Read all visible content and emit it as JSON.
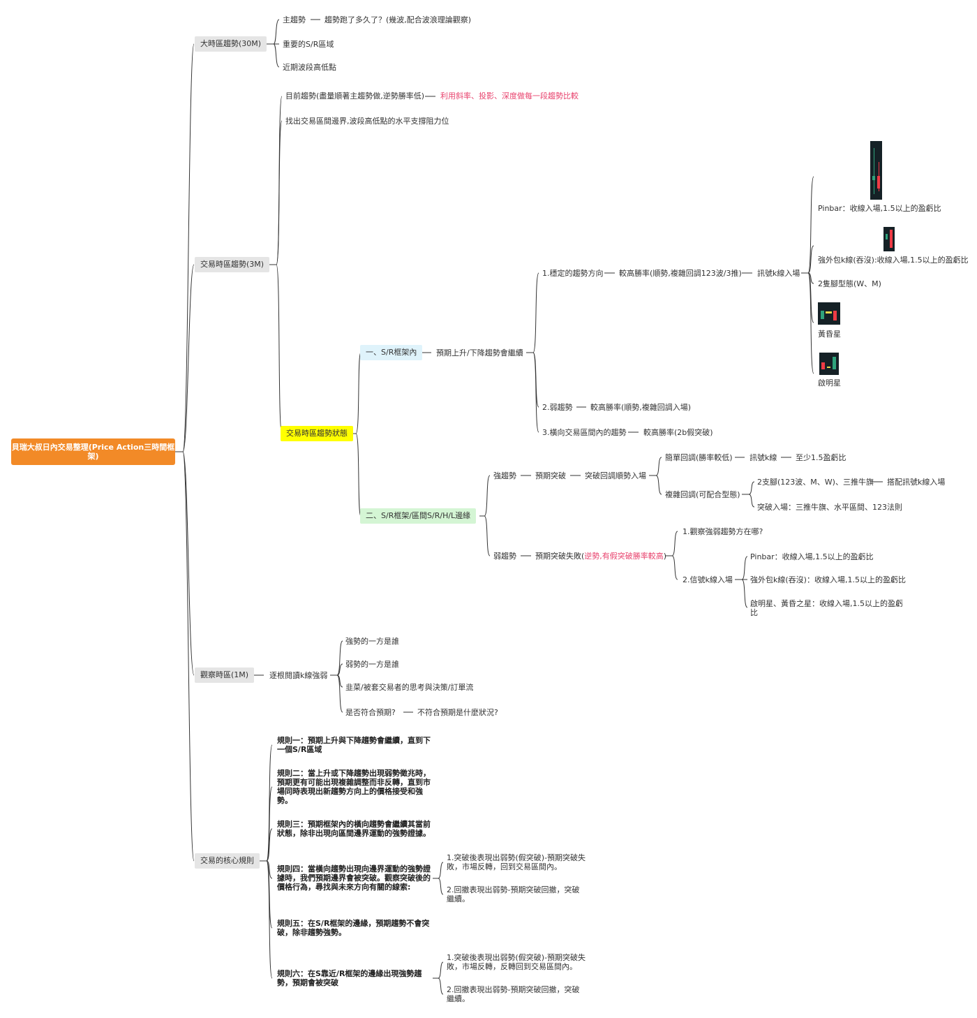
{
  "root": "貝瑞大叔日內交易整理(Price Action三時間框架)",
  "colors": {
    "root": "#f28a27",
    "branch": "#e5e5e5",
    "highlight_yellow": "#ffff00",
    "highlight_blue": "#dff3fb",
    "highlight_green": "#d4f5d4",
    "red_text": "#e8436e"
  },
  "big": {
    "label": "大時區趨勢(30M)",
    "main_trend": "主趨勢",
    "main_trend_note": "趨勢跑了多久了？(幾波,配合波浪理論觀察)",
    "sr": "重要的S/R區域",
    "swing": "近期波段高低點"
  },
  "trade": {
    "label": "交易時區趨勢(3M)",
    "current": "目前趨勢(盡量順著主趨勢做,逆勢勝率低)",
    "current_note": "利用斜率、投影、深度做每一段趨勢比較",
    "range": "找出交易區間邊界,波段高低點的水平支撐阻力位",
    "state": "交易時區趨勢狀態",
    "inner": {
      "label": "一、S/R框架內",
      "expect": "預期上升/下降趨勢會繼續",
      "stable": "1.穩定的趨勢方向",
      "stable_prob": "較高勝率(順勢,複雜回調123波/3推)",
      "signal": "訊號k線入場",
      "pinbar": "Pinbar：收線入場,1.5以上的盈虧比",
      "engulf": "強外包k線(吞沒):收線入場,1.5以上的盈虧比",
      "twoleg": "2隻腳型態(W、M)",
      "evening": "黃昏星",
      "morning": "啟明星",
      "weak": "2.弱趨勢",
      "weak_prob": "較高勝率(順勢,複雜回調入場)",
      "sideways": "3.橫向交易區間內的趨勢",
      "sideways_prob": "較高勝率(2b假突破)"
    },
    "edge": {
      "label": "二、S/R框架/區間S/R/H/L邊緣",
      "strong": "強趨勢",
      "strong_expect": "預期突破",
      "strong_entry": "突破回調順勢入場",
      "simple": "簡單回調(勝率較低)",
      "simple_signal": "訊號k線",
      "simple_rr": "至少1.5盈虧比",
      "complex": "複雜回調(可配合型態)",
      "twoleg": "2支腳(123波、M、W)、三推牛旗",
      "twoleg_entry": "搭配訊號k線入場",
      "breakout": "突破入場：三推牛旗、水平區間、123法則",
      "weak": "弱趨勢",
      "weak_expect_a": "預期突破失敗(",
      "weak_expect_b": "逆勢,有假突破勝率較高",
      "weak_expect_c": ")",
      "observe": "1.觀察強弱趨勢方在哪?",
      "signal": "2.信號k線入場",
      "pinbar": "Pinbar：收線入場,1.5以上的盈虧比",
      "engulf": "強外包k線(吞沒)：收線入場,1.5以上的盈虧比",
      "stars": "啟明星、黃昏之星：收線入場,1.5以上的盈虧比"
    }
  },
  "watch": {
    "label": "觀察時區(1M)",
    "read": "逐根閱讀k線強弱",
    "strong": "強勢的一方是誰",
    "weak": "弱勢的一方是誰",
    "leek": "韭菜/被套交易者的思考與決策/訂單流",
    "expect": "是否符合預期?",
    "unexpected": "不符合預期是什麼狀況?"
  },
  "rules": {
    "label": "交易的核心規則",
    "r1": "規則一：預期上升與下降趨勢會繼續，直到下一個S/R區域",
    "r2": "規則二：當上升或下降趨勢出現弱勢徵兆時，預期更有可能出現複雜調整而非反轉，直到市場同時表現出新趨勢方向上的價格接受和強勢。",
    "r3": "規則三：預期框架內的橫向趨勢會繼續其當前狀態，除非出現向區間邊界運動的強勢證據。",
    "r4": "規則四：當橫向趨勢出現向邊界運動的強勢證據時，我們預期邊界會被突破。觀察突破後的價格行為，尋找與未來方向有關的線索:",
    "r4a": "1.突破後表現出弱勢(假突破)-預期突破失敗，市場反轉，回到交易區間內。",
    "r4b": "2.回撤表現出弱勢-預期突破回撤，突破繼續。",
    "r5": "規則五：在S/R框架的邊緣，預期趨勢不會突破，除非趨勢強勢。",
    "r6": "規則六：在S靠近/R框架的邊緣出現強勢趨勢，預期會被突破",
    "r6a": "1.突破後表現出弱勢(假突破)-預期突破失敗，市場反轉，反轉回到交易區間內。",
    "r6b": "2.回撤表現出弱勢-預期突破回撤，突破繼續。"
  }
}
